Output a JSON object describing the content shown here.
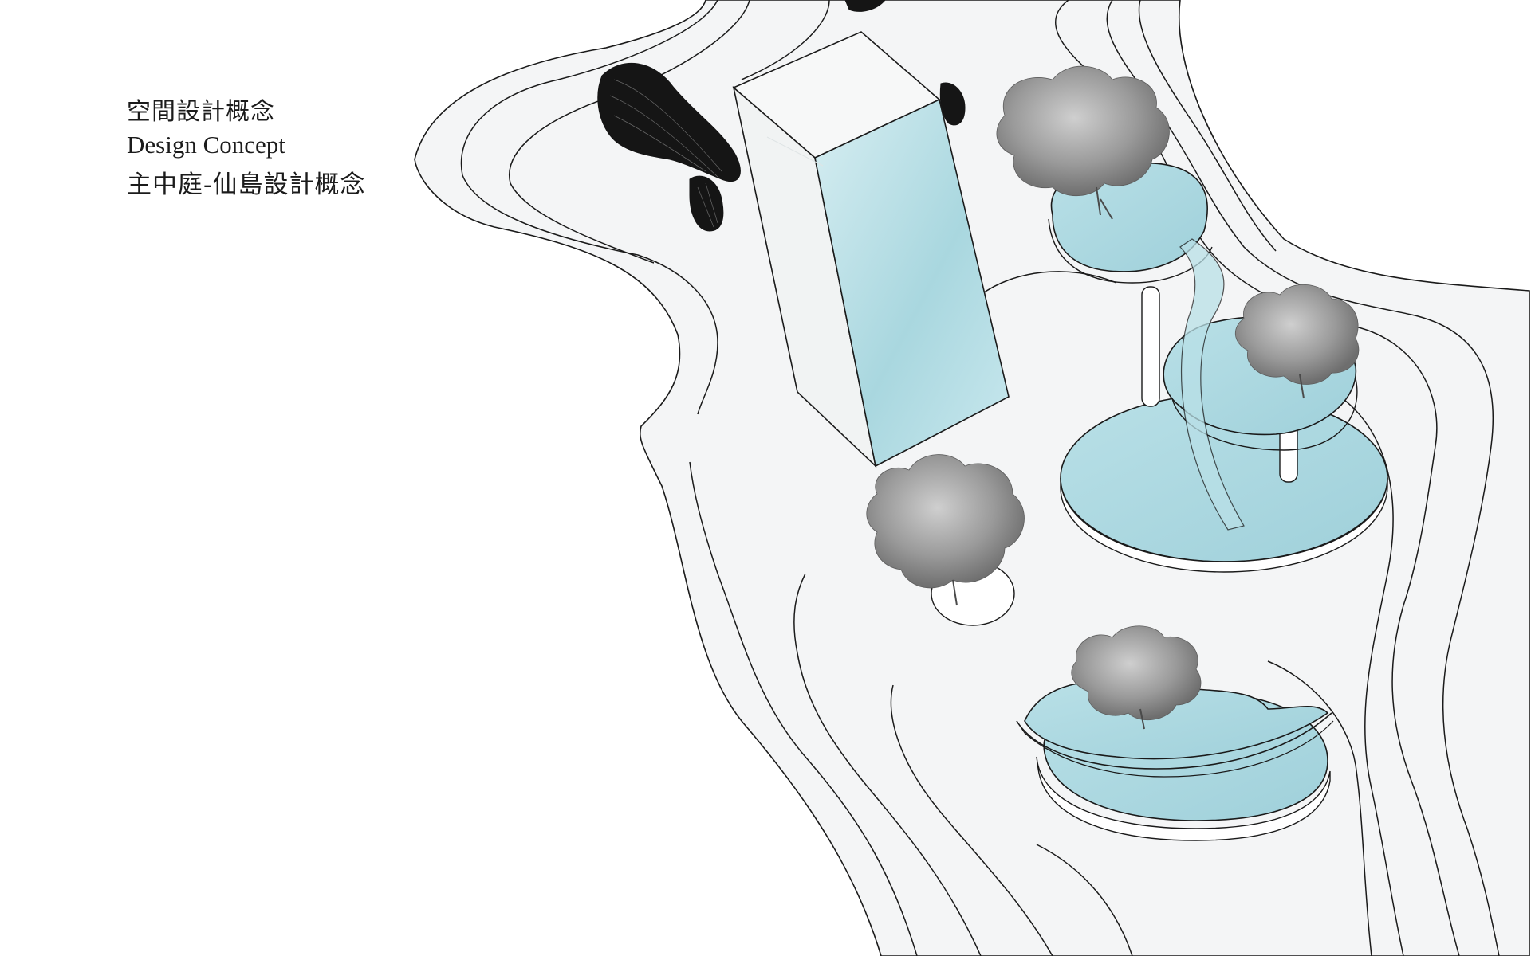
{
  "header": {
    "title_cn": "空間設計概念",
    "title_en": "Design Concept",
    "subtitle_cn": "主中庭-仙島設計概念"
  },
  "colors": {
    "background": "#ffffff",
    "ground": "#f4f5f6",
    "outline": "#1a1a1a",
    "water": "#a9d7df",
    "glass": "#b9e0e7",
    "tree": "#8f8f8f",
    "sculpture": "#151515"
  }
}
